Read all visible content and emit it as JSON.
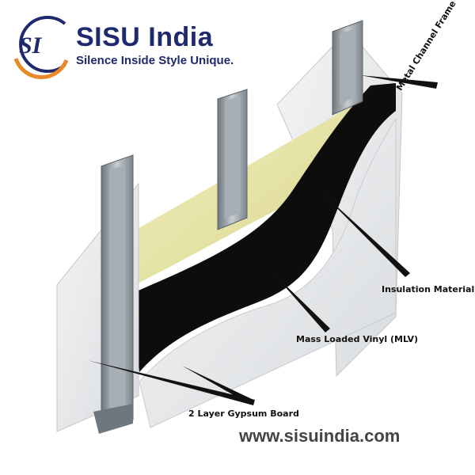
{
  "brand": {
    "logo_letters": "SI",
    "name": "SISU India",
    "tagline": "Silence Inside Style Unique."
  },
  "labels": {
    "metal_channel_frame": "Metal Channel Frame",
    "insulation_material": "Insulation Material",
    "mass_loaded_vinyl": "Mass Loaded Vinyl (MLV)",
    "gypsum_board": "2 Layer Gypsum Board"
  },
  "website": "www.sisuindia.com",
  "colors": {
    "brand_navy": "#1f2a6e",
    "brand_orange": "#e8892a",
    "insulation": "#e9e6a4",
    "mlv": "#0d0d0d",
    "gypsum": "#e6e8ea",
    "metal": "#8e979e"
  }
}
